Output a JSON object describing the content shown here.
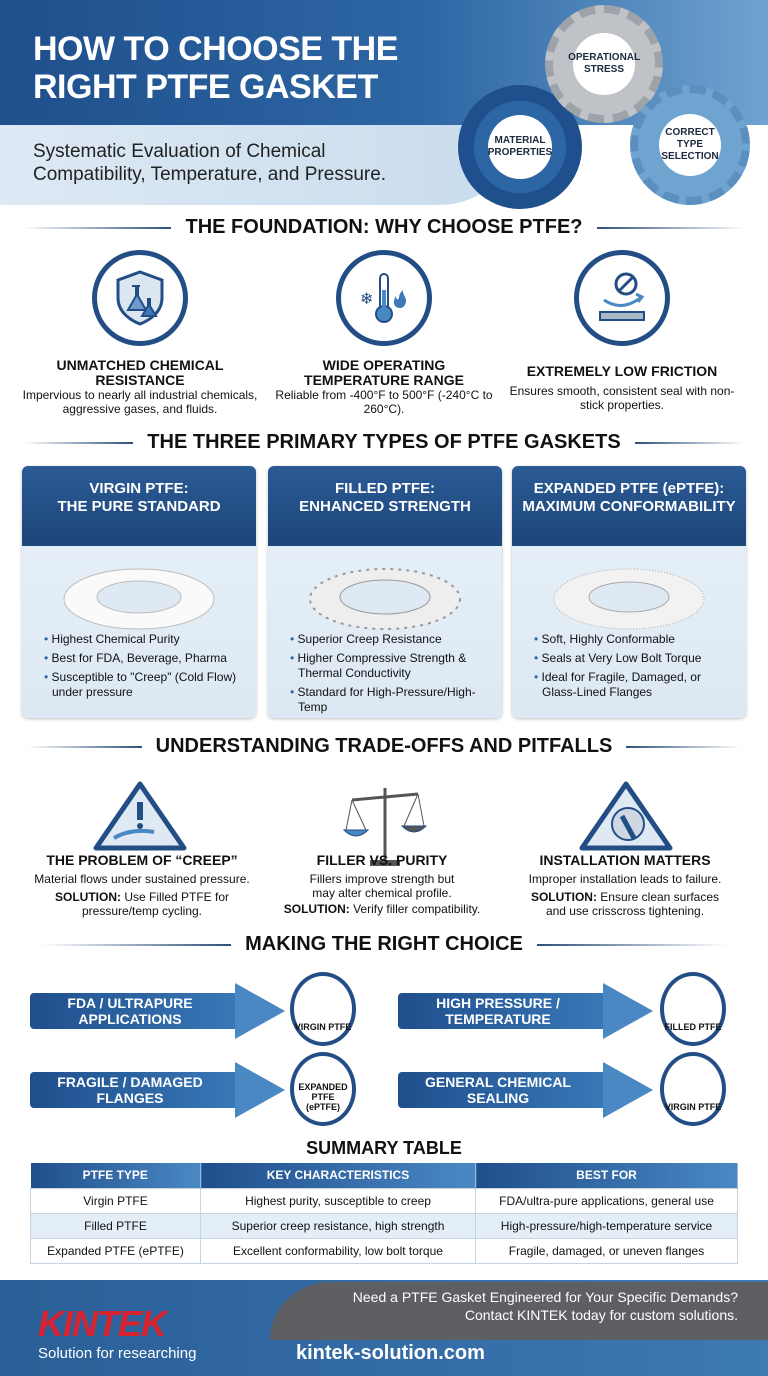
{
  "header": {
    "title_line1": "HOW TO CHOOSE THE",
    "title_line2": "RIGHT PTFE GASKET",
    "subtitle_line1": "Systematic Evaluation of Chemical",
    "subtitle_line2": "Compatibility, Temperature, and Pressure.",
    "gears": [
      "MATERIAL PROPERTIES",
      "OPERATIONAL STRESS",
      "CORRECT TYPE SELECTION"
    ]
  },
  "foundation": {
    "heading": "THE FOUNDATION: WHY CHOOSE PTFE?",
    "items": [
      {
        "icon": "shield-flask-icon",
        "title": "UNMATCHED CHEMICAL RESISTANCE",
        "desc": "Impervious to nearly all industrial chemicals, aggressive gases, and fluids."
      },
      {
        "icon": "thermometer-icon",
        "title": "WIDE OPERATING TEMPERATURE RANGE",
        "desc": "Reliable from -400°F to 500°F (-240°C to 260°C)."
      },
      {
        "icon": "low-friction-icon",
        "title": "EXTREMELY LOW FRICTION",
        "desc": "Ensures smooth, consistent seal with non-stick properties."
      }
    ]
  },
  "types": {
    "heading": "THE THREE PRIMARY TYPES OF PTFE GASKETS",
    "cards": [
      {
        "title1": "VIRGIN PTFE:",
        "title2": "THE PURE STANDARD",
        "bullets": [
          "Highest Chemical Purity",
          "Best for FDA, Beverage, Pharma",
          "Susceptible to \"Creep\" (Cold Flow) under pressure"
        ]
      },
      {
        "title1": "FILLED PTFE:",
        "title2": "ENHANCED STRENGTH",
        "bullets": [
          "Superior Creep Resistance",
          "Higher Compressive Strength & Thermal Conductivity",
          "Standard for High-Pressure/High-Temp"
        ]
      },
      {
        "title1": "EXPANDED PTFE (ePTFE):",
        "title2": "MAXIMUM CONFORMABILITY",
        "bullets": [
          "Soft, Highly Conformable",
          "Seals at Very Low Bolt Torque",
          "Ideal for Fragile, Damaged, or Glass-Lined Flanges"
        ]
      }
    ]
  },
  "tradeoffs": {
    "heading": "UNDERSTANDING TRADE-OFFS AND PITFALLS",
    "items": [
      {
        "title": "THE PROBLEM OF “CREEP”",
        "desc": "Material flows under sustained pressure.",
        "solution_label": "SOLUTION:",
        "solution": " Use Filled PTFE for pressure/temp cycling."
      },
      {
        "title": "FILLER VS. PURITY",
        "desc": "Fillers improve strength but may alter chemical profile.",
        "solution_label": "SOLUTION:",
        "solution": " Verify filler compatibility."
      },
      {
        "title": "INSTALLATION MATTERS",
        "desc": "Improper installation leads to failure.",
        "solution_label": "SOLUTION:",
        "solution": " Ensure clean surfaces and use crisscross tightening."
      }
    ]
  },
  "choice": {
    "heading": "MAKING THE RIGHT CHOICE",
    "rows": [
      {
        "need": "FDA / ULTRAPURE APPLICATIONS",
        "pick": "VIRGIN PTFE"
      },
      {
        "need": "HIGH PRESSURE / TEMPERATURE",
        "pick": "FILLED PTFE"
      },
      {
        "need": "FRAGILE / DAMAGED FLANGES",
        "pick": "EXPANDED PTFE (ePTFE)"
      },
      {
        "need": "GENERAL CHEMICAL SEALING",
        "pick": "VIRGIN PTFE"
      }
    ]
  },
  "summary": {
    "heading": "SUMMARY TABLE",
    "columns": [
      "PTFE TYPE",
      "KEY CHARACTERISTICS",
      "BEST FOR"
    ],
    "rows": [
      [
        "Virgin PTFE",
        "Highest purity, susceptible to creep",
        "FDA/ultra-pure applications, general use"
      ],
      [
        "Filled PTFE",
        "Superior creep resistance, high strength",
        "High-pressure/high-temperature service"
      ],
      [
        "Expanded PTFE (ePTFE)",
        "Excellent conformability, low bolt torque",
        "Fragile, damaged, or uneven flanges"
      ]
    ]
  },
  "footer": {
    "cta_line1": "Need a PTFE Gasket Engineered for Your Specific Demands?",
    "cta_line2": "Contact KINTEK today for custom solutions.",
    "logo": "KINTEK",
    "tagline": "Solution for researching",
    "url": "kintek-solution.com"
  },
  "colors": {
    "primary": "#1f4f8c",
    "accent": "#4a88c4",
    "logo_red": "#d8232f",
    "footer_gray": "#5d5f63"
  }
}
